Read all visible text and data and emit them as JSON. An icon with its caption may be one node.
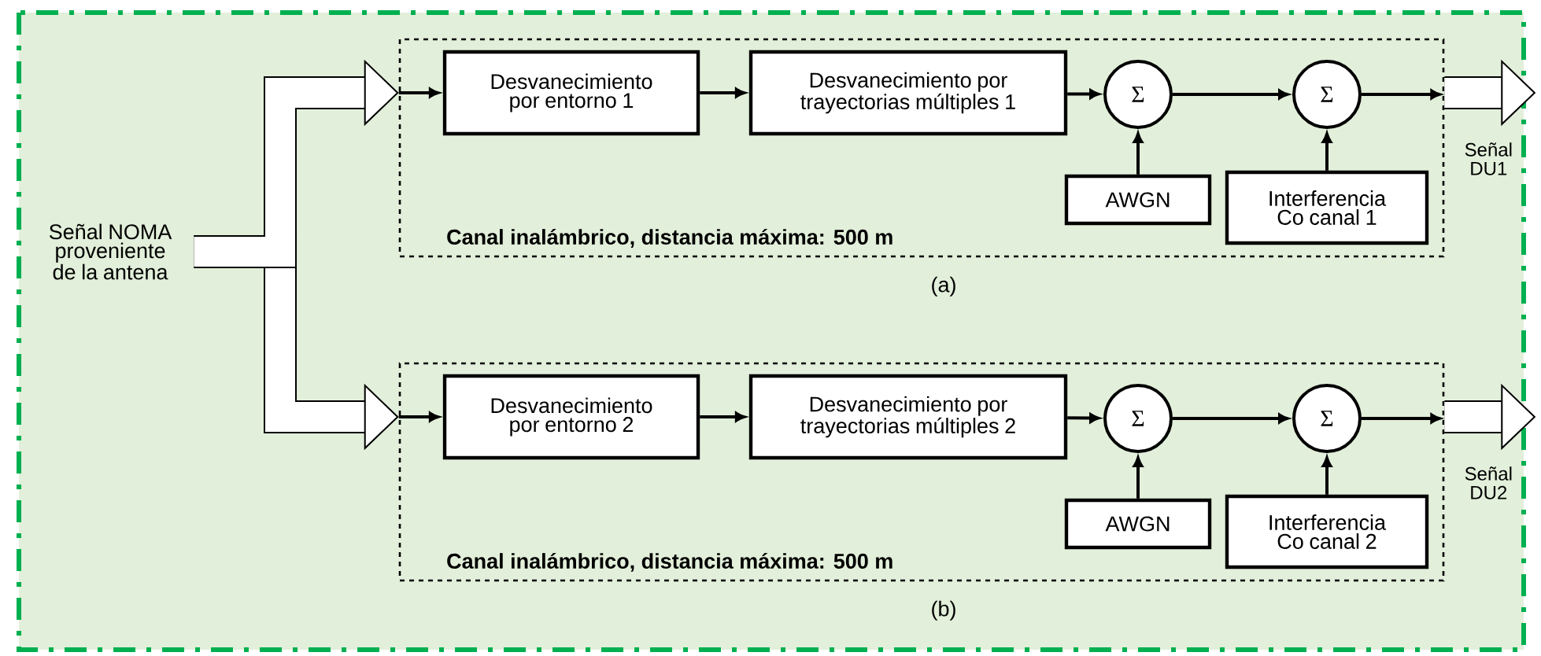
{
  "diagram": {
    "nodes": [
      {
        "text": [
          "Señal NOMA proveniente de la antena"
        ]
      },
      {
        "text": [
          "Canal inalámbrico, distancia máxima: 500 m"
        ],
        "beside": [
          "(a)"
        ]
      },
      {
        "text": [
          "Desvanecimiento por entorno 1"
        ],
        "in": 1
      },
      {
        "text": [
          "Desvanecimiento por trayectorias múltiples 1"
        ],
        "in": 1
      },
      {
        "text": [
          "Σ"
        ],
        "in": 1
      },
      {
        "text": [
          "Σ"
        ],
        "in": 1
      },
      {
        "text": [
          "AWGN"
        ],
        "in": 1
      },
      {
        "text": [
          "Interferencia Co canal 1"
        ],
        "in": 1
      },
      {
        "text": [
          "Canal inalámbrico, distancia máxima: 500 m"
        ],
        "beside": [
          "(b)"
        ]
      },
      {
        "text": [
          "Desvanecimiento por entorno 2"
        ],
        "in": 8
      },
      {
        "text": [
          "Desvanecimiento por trayectorias múltiples 2"
        ],
        "in": 8
      },
      {
        "text": [
          "Σ"
        ],
        "in": 8
      },
      {
        "text": [
          "Σ"
        ],
        "in": 8
      },
      {
        "text": [
          "AWGN"
        ],
        "in": 8
      },
      {
        "text": [
          "Interferencia Co canal 2"
        ],
        "in": 8
      }
    ],
    "edges": [
      {
        "from": 0,
        "to": 1,
        "arrow": "to",
        "style": "thick"
      },
      {
        "from": 0,
        "to": 8,
        "arrow": "to",
        "style": "thick"
      },
      {
        "from": null,
        "to": 2,
        "arrow": "to"
      },
      {
        "from": 2,
        "to": 3,
        "arrow": "to"
      },
      {
        "from": 3,
        "to": 4,
        "arrow": "to"
      },
      {
        "from": 6,
        "to": 4,
        "arrow": "to"
      },
      {
        "from": 4,
        "to": 5,
        "arrow": "to"
      },
      {
        "from": 7,
        "to": 5,
        "arrow": "to"
      },
      {
        "from": 5,
        "to": null,
        "arrow": "to"
      },
      {
        "from": 1,
        "to": null,
        "arrow": "to",
        "style": "thick",
        "label": "Señal DU1"
      },
      {
        "from": null,
        "to": 9,
        "arrow": "to"
      },
      {
        "from": 9,
        "to": 10,
        "arrow": "to"
      },
      {
        "from": 10,
        "to": 11,
        "arrow": "to"
      },
      {
        "from": 13,
        "to": 11,
        "arrow": "to"
      },
      {
        "from": 11,
        "to": 12,
        "arrow": "to"
      },
      {
        "from": 14,
        "to": 12,
        "arrow": "to"
      },
      {
        "from": 12,
        "to": null,
        "arrow": "to"
      },
      {
        "from": 8,
        "to": null,
        "arrow": "to",
        "style": "thick",
        "label": "Señal DU2"
      }
    ]
  }
}
